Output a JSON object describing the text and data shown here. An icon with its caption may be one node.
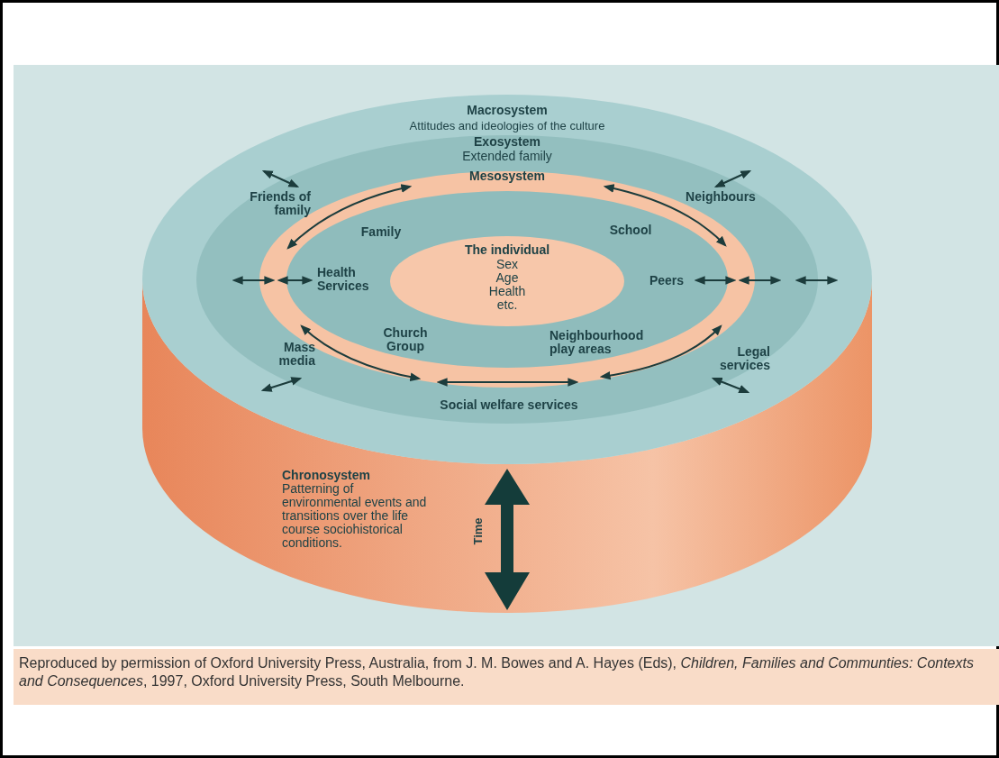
{
  "diagram": {
    "caption": "Reproduced by permission of Oxford University Press, Australia, from J. M. Bowes and A. Hayes (Eds), *Children, Families and Communties: Contexts and Consequences*, 1997, Oxford University Press, South Melbourne.",
    "nodes": [
      {
        "text": [
          "Macrosystem",
          "Attitudes and ideologies of the culture"
        ]
      },
      {
        "text": [
          "Exosystem",
          "Extended family"
        ],
        "in": 0
      },
      {
        "text": [
          "Mesosystem"
        ],
        "in": 1
      },
      {
        "text": [
          "The individual",
          "Sex Age Health etc."
        ],
        "in": 2
      },
      {
        "text": [
          "Chronosystem",
          "Patterning of environmental events and transitions over the life course sociohistorical conditions."
        ]
      }
    ],
    "edges": [],
    "labels": [
      "Friends of family",
      "Neighbours",
      "Family",
      "School",
      "Health Services",
      "Peers",
      "Church Group",
      "Neighbourhood play areas",
      "Mass media",
      "Legal services",
      "Social welfare services",
      "Time"
    ]
  }
}
